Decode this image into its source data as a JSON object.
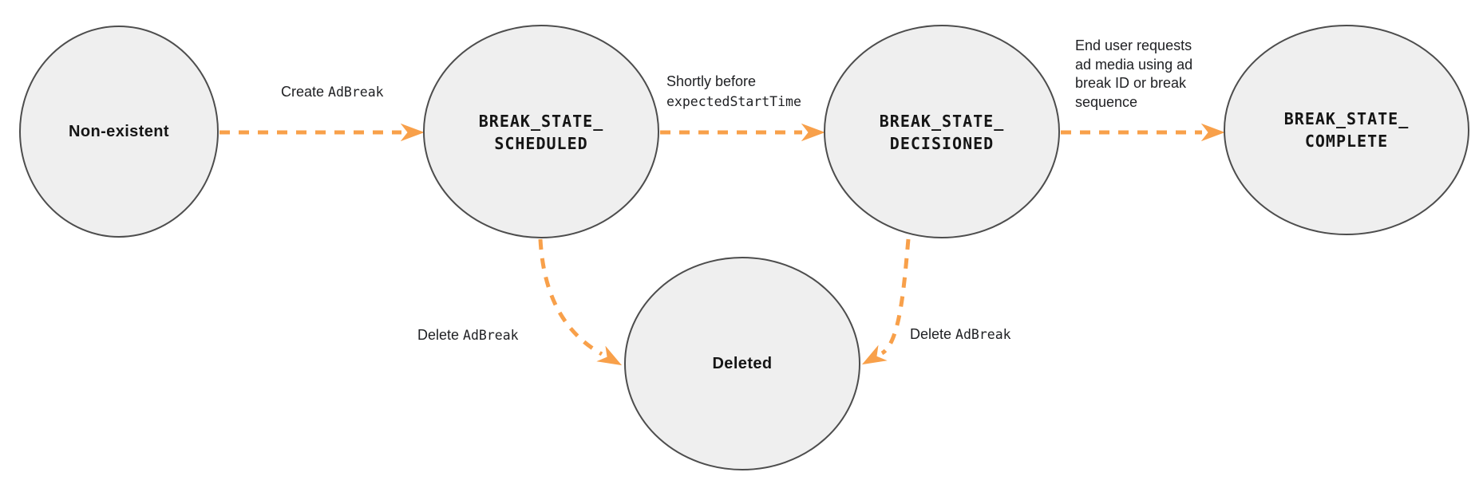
{
  "colors": {
    "arrow": "#F8A04A",
    "node_fill": "#EFEFEF",
    "node_stroke": "#4D4D4D",
    "text": "#1F1F1F"
  },
  "nodes": {
    "non_existent": {
      "label": "Non-existent"
    },
    "scheduled": {
      "line1": "BREAK_STATE_",
      "line2": "SCHEDULED"
    },
    "decisioned": {
      "line1": "BREAK_STATE_",
      "line2": "DECISIONED"
    },
    "complete": {
      "line1": "BREAK_STATE_",
      "line2": "COMPLETE"
    },
    "deleted": {
      "label": "Deleted"
    }
  },
  "edges": {
    "create": {
      "plain": "Create ",
      "code": "AdBreak"
    },
    "scheduled_to_decisioned": {
      "line1_plain": "Shortly before",
      "line2_code": "expectedStartTime"
    },
    "decisioned_to_complete": {
      "lines": [
        "End user requests",
        "ad media using ad",
        "break ID or break",
        "sequence"
      ]
    },
    "scheduled_to_deleted": {
      "plain": "Delete ",
      "code": "AdBreak"
    },
    "decisioned_to_deleted": {
      "plain": "Delete ",
      "code": "AdBreak"
    }
  }
}
